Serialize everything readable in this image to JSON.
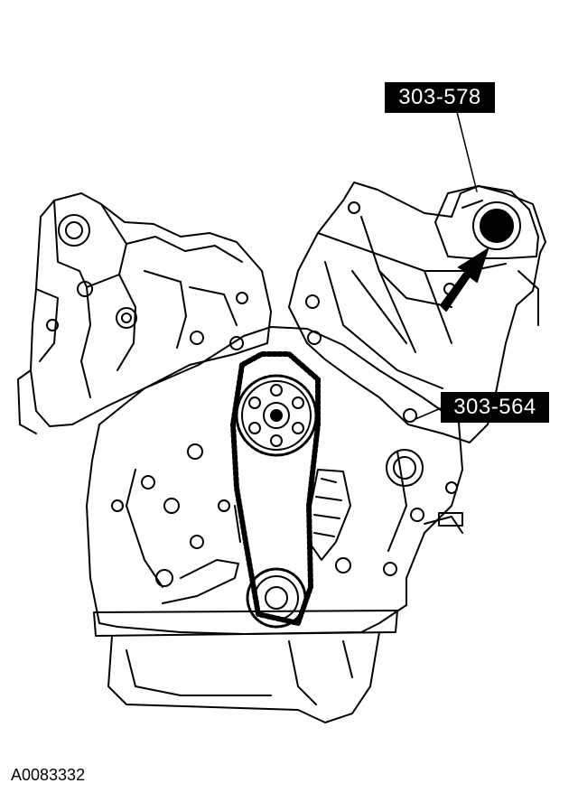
{
  "figure": {
    "id": "A0083332",
    "callouts": [
      {
        "label": "303-578"
      },
      {
        "label": "303-564"
      }
    ]
  },
  "colors": {
    "ink": "#000000",
    "paper": "#ffffff"
  }
}
